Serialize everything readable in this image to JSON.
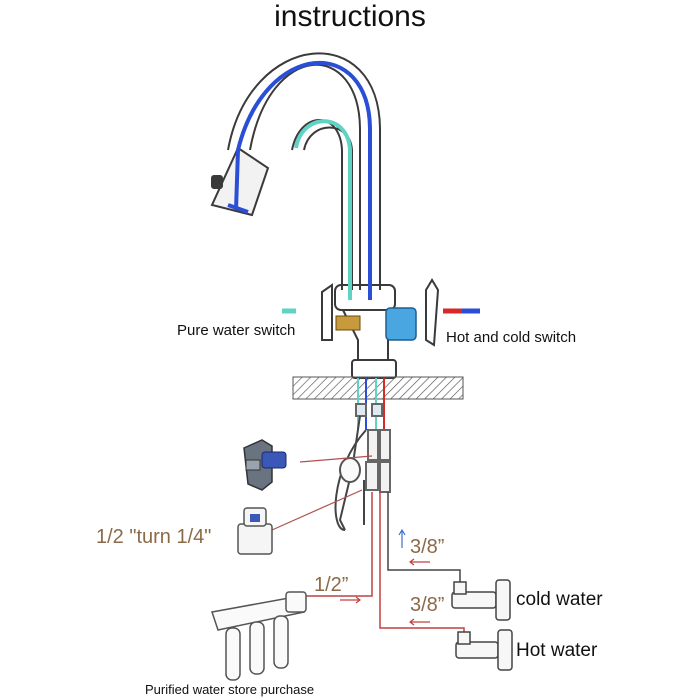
{
  "title": "instructions",
  "labels": {
    "pure_switch": "Pure water switch",
    "hot_cold_switch": "Hot and cold switch",
    "turn": "1/2 \"turn 1/4\"",
    "half_inch": "1/2”",
    "three_eighths_top": "3/8”",
    "three_eighths_bottom": "3/8”",
    "cold_water": "cold water",
    "hot_water": "Hot water",
    "purifier": "Purified water store purchase"
  },
  "colors": {
    "pure_water": "#5fd3c4",
    "cold": "#2a4fd6",
    "hot": "#d42a2a",
    "label_brown": "#8b6a4a",
    "outline": "#3a3a3a"
  },
  "icons": [
    "faucet",
    "spray-head",
    "valve-cartridge",
    "tee-adapter",
    "push-fit-adapter",
    "angle-valve",
    "filter-system",
    "countertop"
  ]
}
